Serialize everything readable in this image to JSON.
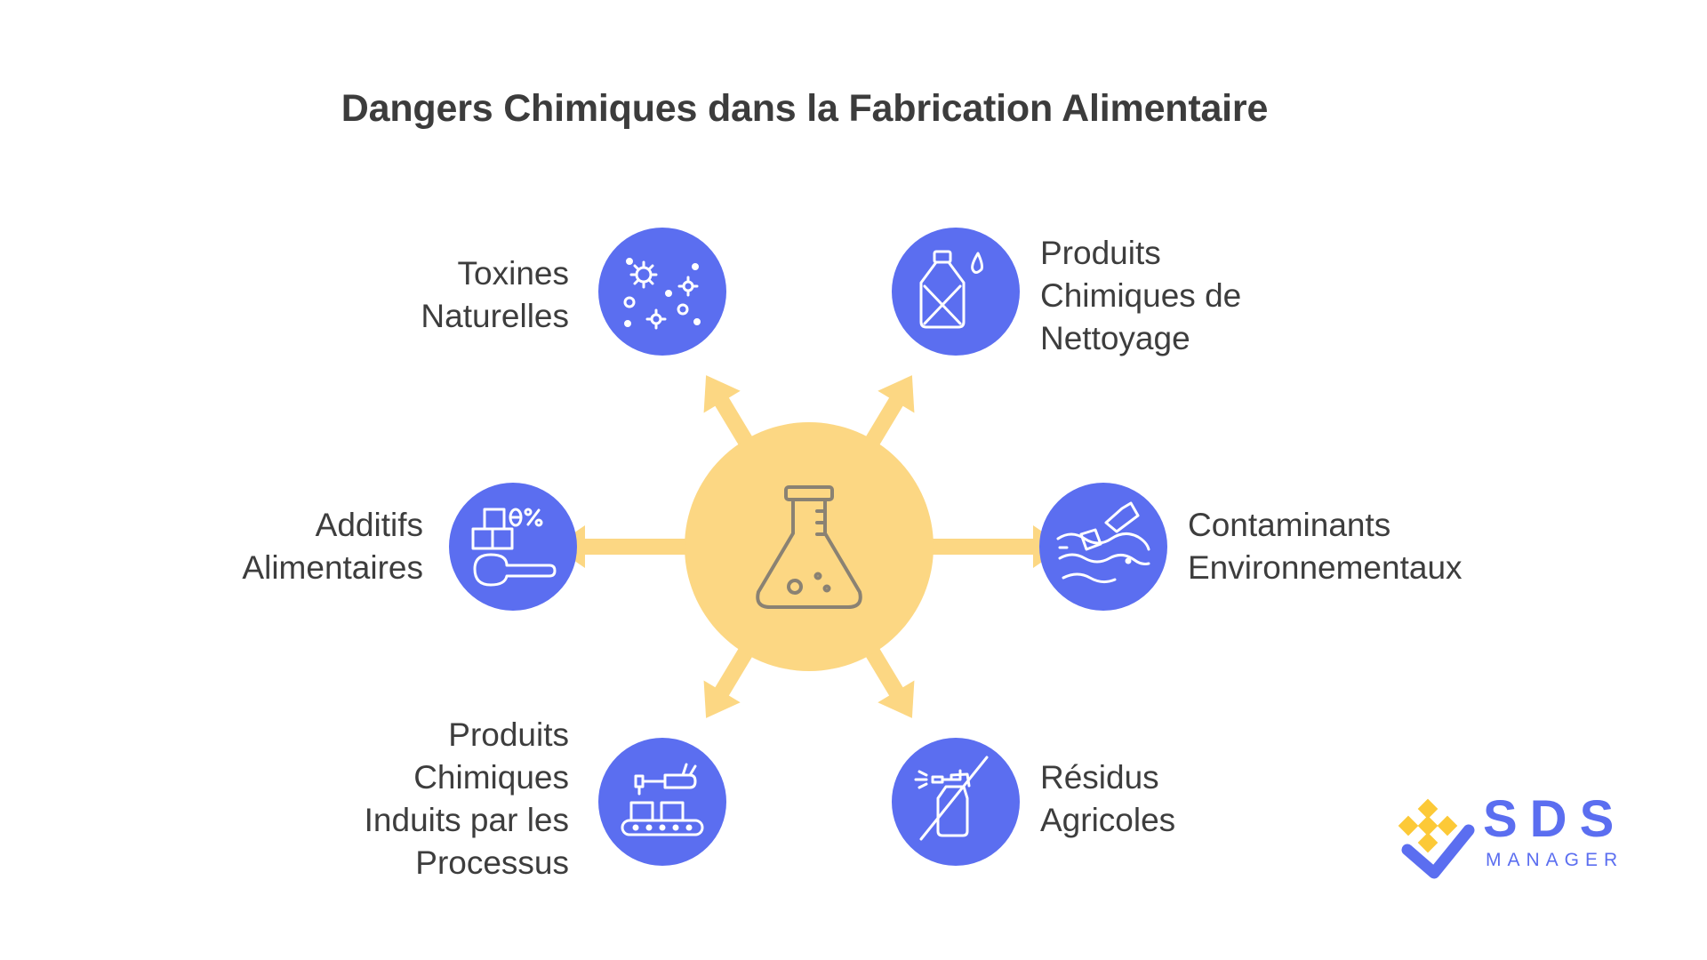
{
  "title": "Dangers Chimiques dans la Fabrication Alimentaire",
  "center": {
    "icon": "flask-icon",
    "color": "#fcd783"
  },
  "colors": {
    "node": "#5b6ef0",
    "arrow": "#fcd783",
    "title": "#3c3c3c",
    "text": "#3d3d3d"
  },
  "nodes": [
    {
      "id": "toxines",
      "icon": "microbes-icon",
      "lines": [
        "Toxines",
        "Naturelles"
      ]
    },
    {
      "id": "nettoyage",
      "icon": "cleaning-bottle-icon",
      "lines": [
        "Produits",
        "Chimiques de",
        "Nettoyage"
      ]
    },
    {
      "id": "additifs",
      "icon": "food-additives-icon",
      "lines": [
        "Additifs",
        "Alimentaires"
      ]
    },
    {
      "id": "contaminants",
      "icon": "polluted-water-icon",
      "lines": [
        "Contaminants",
        "Environnementaux"
      ]
    },
    {
      "id": "processus",
      "icon": "conveyor-robot-icon",
      "lines": [
        "Produits",
        "Chimiques",
        "Induits par les",
        "Processus"
      ]
    },
    {
      "id": "residus",
      "icon": "no-spray-icon",
      "lines": [
        "Résidus",
        "Agricoles"
      ]
    }
  ],
  "logo": {
    "name": "SDS",
    "subtitle": "MANAGER"
  }
}
